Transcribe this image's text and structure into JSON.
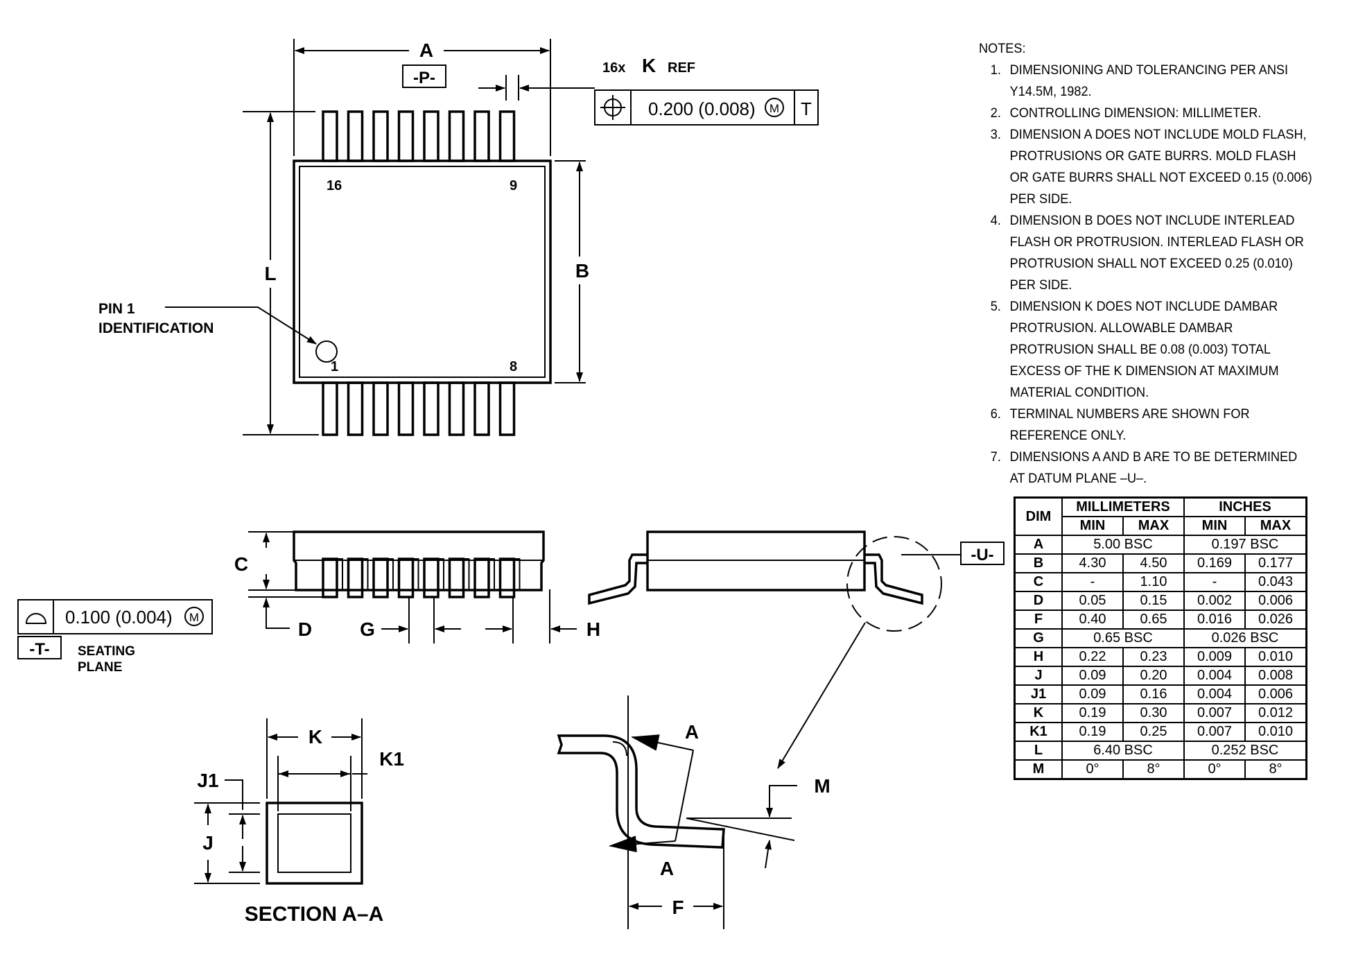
{
  "labels": {
    "A": "A",
    "P": "-P-",
    "K_count": "16x",
    "K": "K",
    "K_ref": "REF",
    "fcf_value": "0.200 (0.008)",
    "fcf_mod": "M",
    "fcf_datum": "T",
    "L": "L",
    "B": "B",
    "pin16": "16",
    "pin9": "9",
    "pin1": "1",
    "pin8": "8",
    "pin1_id_line1": "PIN 1",
    "pin1_id_line2": "IDENTIFICATION",
    "C": "C",
    "D": "D",
    "G": "G",
    "H": "H",
    "U": "-U-",
    "T": "-T-",
    "coplanarity_value": "0.100 (0.004)",
    "coplanarity_mod": "M",
    "seating_line1": "SEATING",
    "seating_line2": "PLANE",
    "sec_K": "K",
    "sec_K1": "K1",
    "sec_J1": "J1",
    "sec_J": "J",
    "section_title": "SECTION A–A",
    "detail_A_top": "A",
    "detail_A_bottom": "A",
    "F": "F",
    "M": "M"
  },
  "notes": {
    "title": "NOTES:",
    "items": [
      {
        "num": "1.",
        "text": "DIMENSIONING AND TOLERANCING PER ANSI Y14.5M, 1982."
      },
      {
        "num": "2.",
        "text": "CONTROLLING DIMENSION: MILLIMETER."
      },
      {
        "num": "3.",
        "text": "DIMENSION A DOES NOT INCLUDE MOLD FLASH, PROTRUSIONS OR GATE BURRS. MOLD FLASH OR GATE BURRS SHALL NOT EXCEED 0.15 (0.006) PER SIDE."
      },
      {
        "num": "4.",
        "text": "DIMENSION B DOES NOT INCLUDE INTERLEAD FLASH OR PROTRUSION. INTERLEAD FLASH OR PROTRUSION SHALL NOT EXCEED 0.25 (0.010) PER SIDE."
      },
      {
        "num": "5.",
        "text": "DIMENSION K DOES NOT INCLUDE DAMBAR PROTRUSION. ALLOWABLE DAMBAR PROTRUSION SHALL BE 0.08 (0.003) TOTAL EXCESS OF THE K DIMENSION AT MAXIMUM MATERIAL CONDITION."
      },
      {
        "num": "6.",
        "text": "TERMINAL NUMBERS ARE SHOWN FOR REFERENCE ONLY."
      },
      {
        "num": "7.",
        "text": "DIMENSIONS A AND B ARE TO BE DETERMINED AT DATUM PLANE –U–."
      }
    ]
  },
  "table": {
    "dim_header": "DIM",
    "mm_header": "MILLIMETERS",
    "in_header": "INCHES",
    "min": "MIN",
    "max": "MAX",
    "rows": [
      {
        "dim": "A",
        "bsc": true,
        "mm": "5.00 BSC",
        "in": "0.197 BSC"
      },
      {
        "dim": "B",
        "bsc": false,
        "mm_min": "4.30",
        "mm_max": "4.50",
        "in_min": "0.169",
        "in_max": "0.177"
      },
      {
        "dim": "C",
        "bsc": false,
        "mm_min": "-",
        "mm_max": "1.10",
        "in_min": "-",
        "in_max": "0.043"
      },
      {
        "dim": "D",
        "bsc": false,
        "mm_min": "0.05",
        "mm_max": "0.15",
        "in_min": "0.002",
        "in_max": "0.006"
      },
      {
        "dim": "F",
        "bsc": false,
        "mm_min": "0.40",
        "mm_max": "0.65",
        "in_min": "0.016",
        "in_max": "0.026"
      },
      {
        "dim": "G",
        "bsc": true,
        "mm": "0.65 BSC",
        "in": "0.026 BSC"
      },
      {
        "dim": "H",
        "bsc": false,
        "mm_min": "0.22",
        "mm_max": "0.23",
        "in_min": "0.009",
        "in_max": "0.010"
      },
      {
        "dim": "J",
        "bsc": false,
        "mm_min": "0.09",
        "mm_max": "0.20",
        "in_min": "0.004",
        "in_max": "0.008"
      },
      {
        "dim": "J1",
        "bsc": false,
        "mm_min": "0.09",
        "mm_max": "0.16",
        "in_min": "0.004",
        "in_max": "0.006"
      },
      {
        "dim": "K",
        "bsc": false,
        "mm_min": "0.19",
        "mm_max": "0.30",
        "in_min": "0.007",
        "in_max": "0.012"
      },
      {
        "dim": "K1",
        "bsc": false,
        "mm_min": "0.19",
        "mm_max": "0.25",
        "in_min": "0.007",
        "in_max": "0.010"
      },
      {
        "dim": "L",
        "bsc": true,
        "mm": "6.40 BSC",
        "in": "0.252 BSC"
      },
      {
        "dim": "M",
        "bsc": false,
        "mm_min": "0°",
        "mm_max": "8°",
        "in_min": "0°",
        "in_max": "8°"
      }
    ]
  }
}
